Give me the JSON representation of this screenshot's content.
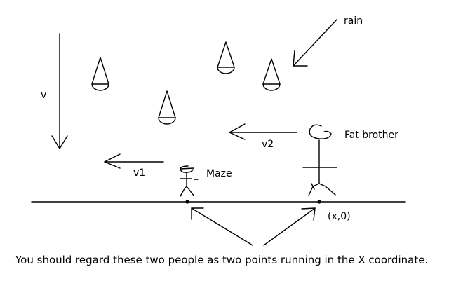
{
  "labels": {
    "rain": "rain",
    "v": "v",
    "v1": "v1",
    "v2": "v2",
    "fat_brother": "Fat brother",
    "maze": "Maze",
    "point": "(x,0)"
  },
  "caption": "You should regard these two people as two points running in the X coordinate."
}
